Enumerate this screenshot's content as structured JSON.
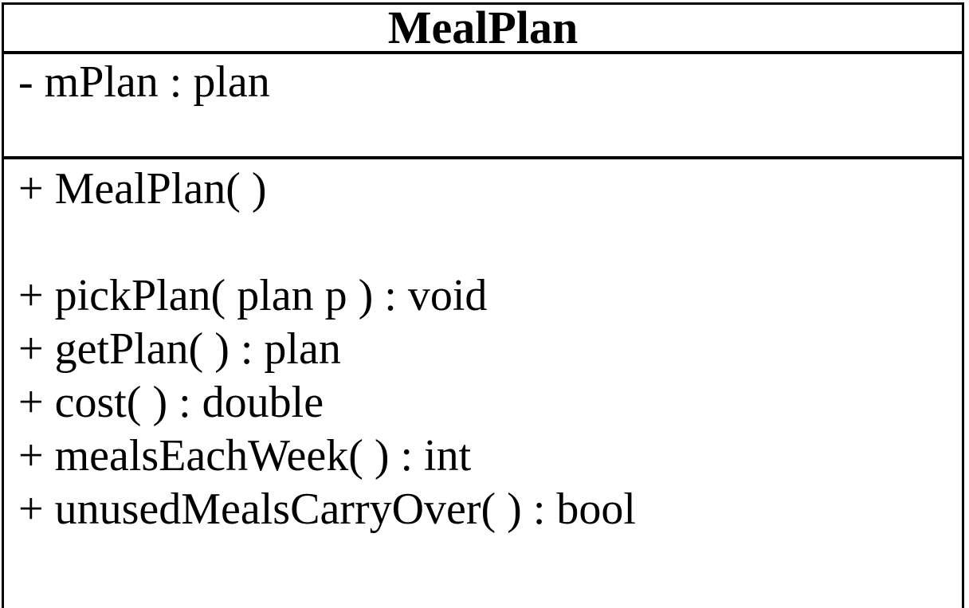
{
  "diagram": {
    "type": "uml-class-diagram",
    "class_name": "MealPlan",
    "attributes": [
      "- mPlan : plan"
    ],
    "methods": [
      "+ MealPlan( )",
      "",
      "+ pickPlan( plan p ) : void",
      "+ getPlan( ) : plan",
      "+ cost( ) : double",
      "+ mealsEachWeek( ) : int",
      "+ unusedMealsCarryOver( ) : bool"
    ],
    "colors": {
      "border": "#000000",
      "text": "#000000",
      "background": "#ffffff"
    }
  }
}
